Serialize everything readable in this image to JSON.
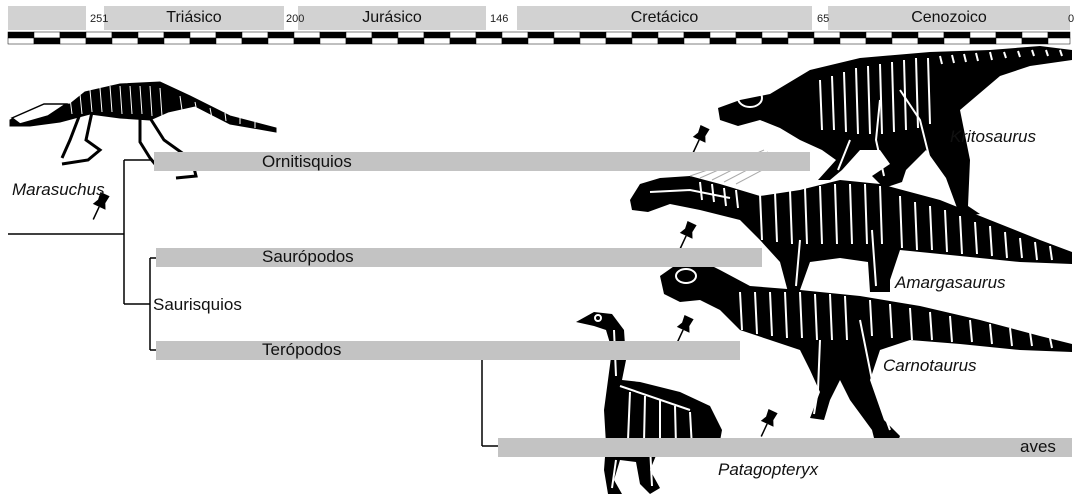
{
  "timescale": {
    "boundaries": [
      "251",
      "200",
      "146",
      "65",
      "0"
    ],
    "periods": [
      "Triásico",
      "Jurásico",
      "Cretácico",
      "Cenozoico"
    ]
  },
  "clades": {
    "ornithischia": "Ornitisquios",
    "saurischia": "Saurisquios",
    "sauropoda": "Saurópodos",
    "theropoda": "Terópodos",
    "aves": "aves"
  },
  "taxa": {
    "marasuchus": "Marasuchus",
    "kritosaurus": "Kritosaurus",
    "amargasaurus": "Amargasaurus",
    "carnotaurus": "Carnotaurus",
    "patagopteryx": "Patagopteryx"
  },
  "colors": {
    "lineage_bar": "#c3c3c3",
    "period_box": "#d2d2d2",
    "silhouette": "#000000"
  },
  "icons": [
    "thumbtack-icon"
  ]
}
